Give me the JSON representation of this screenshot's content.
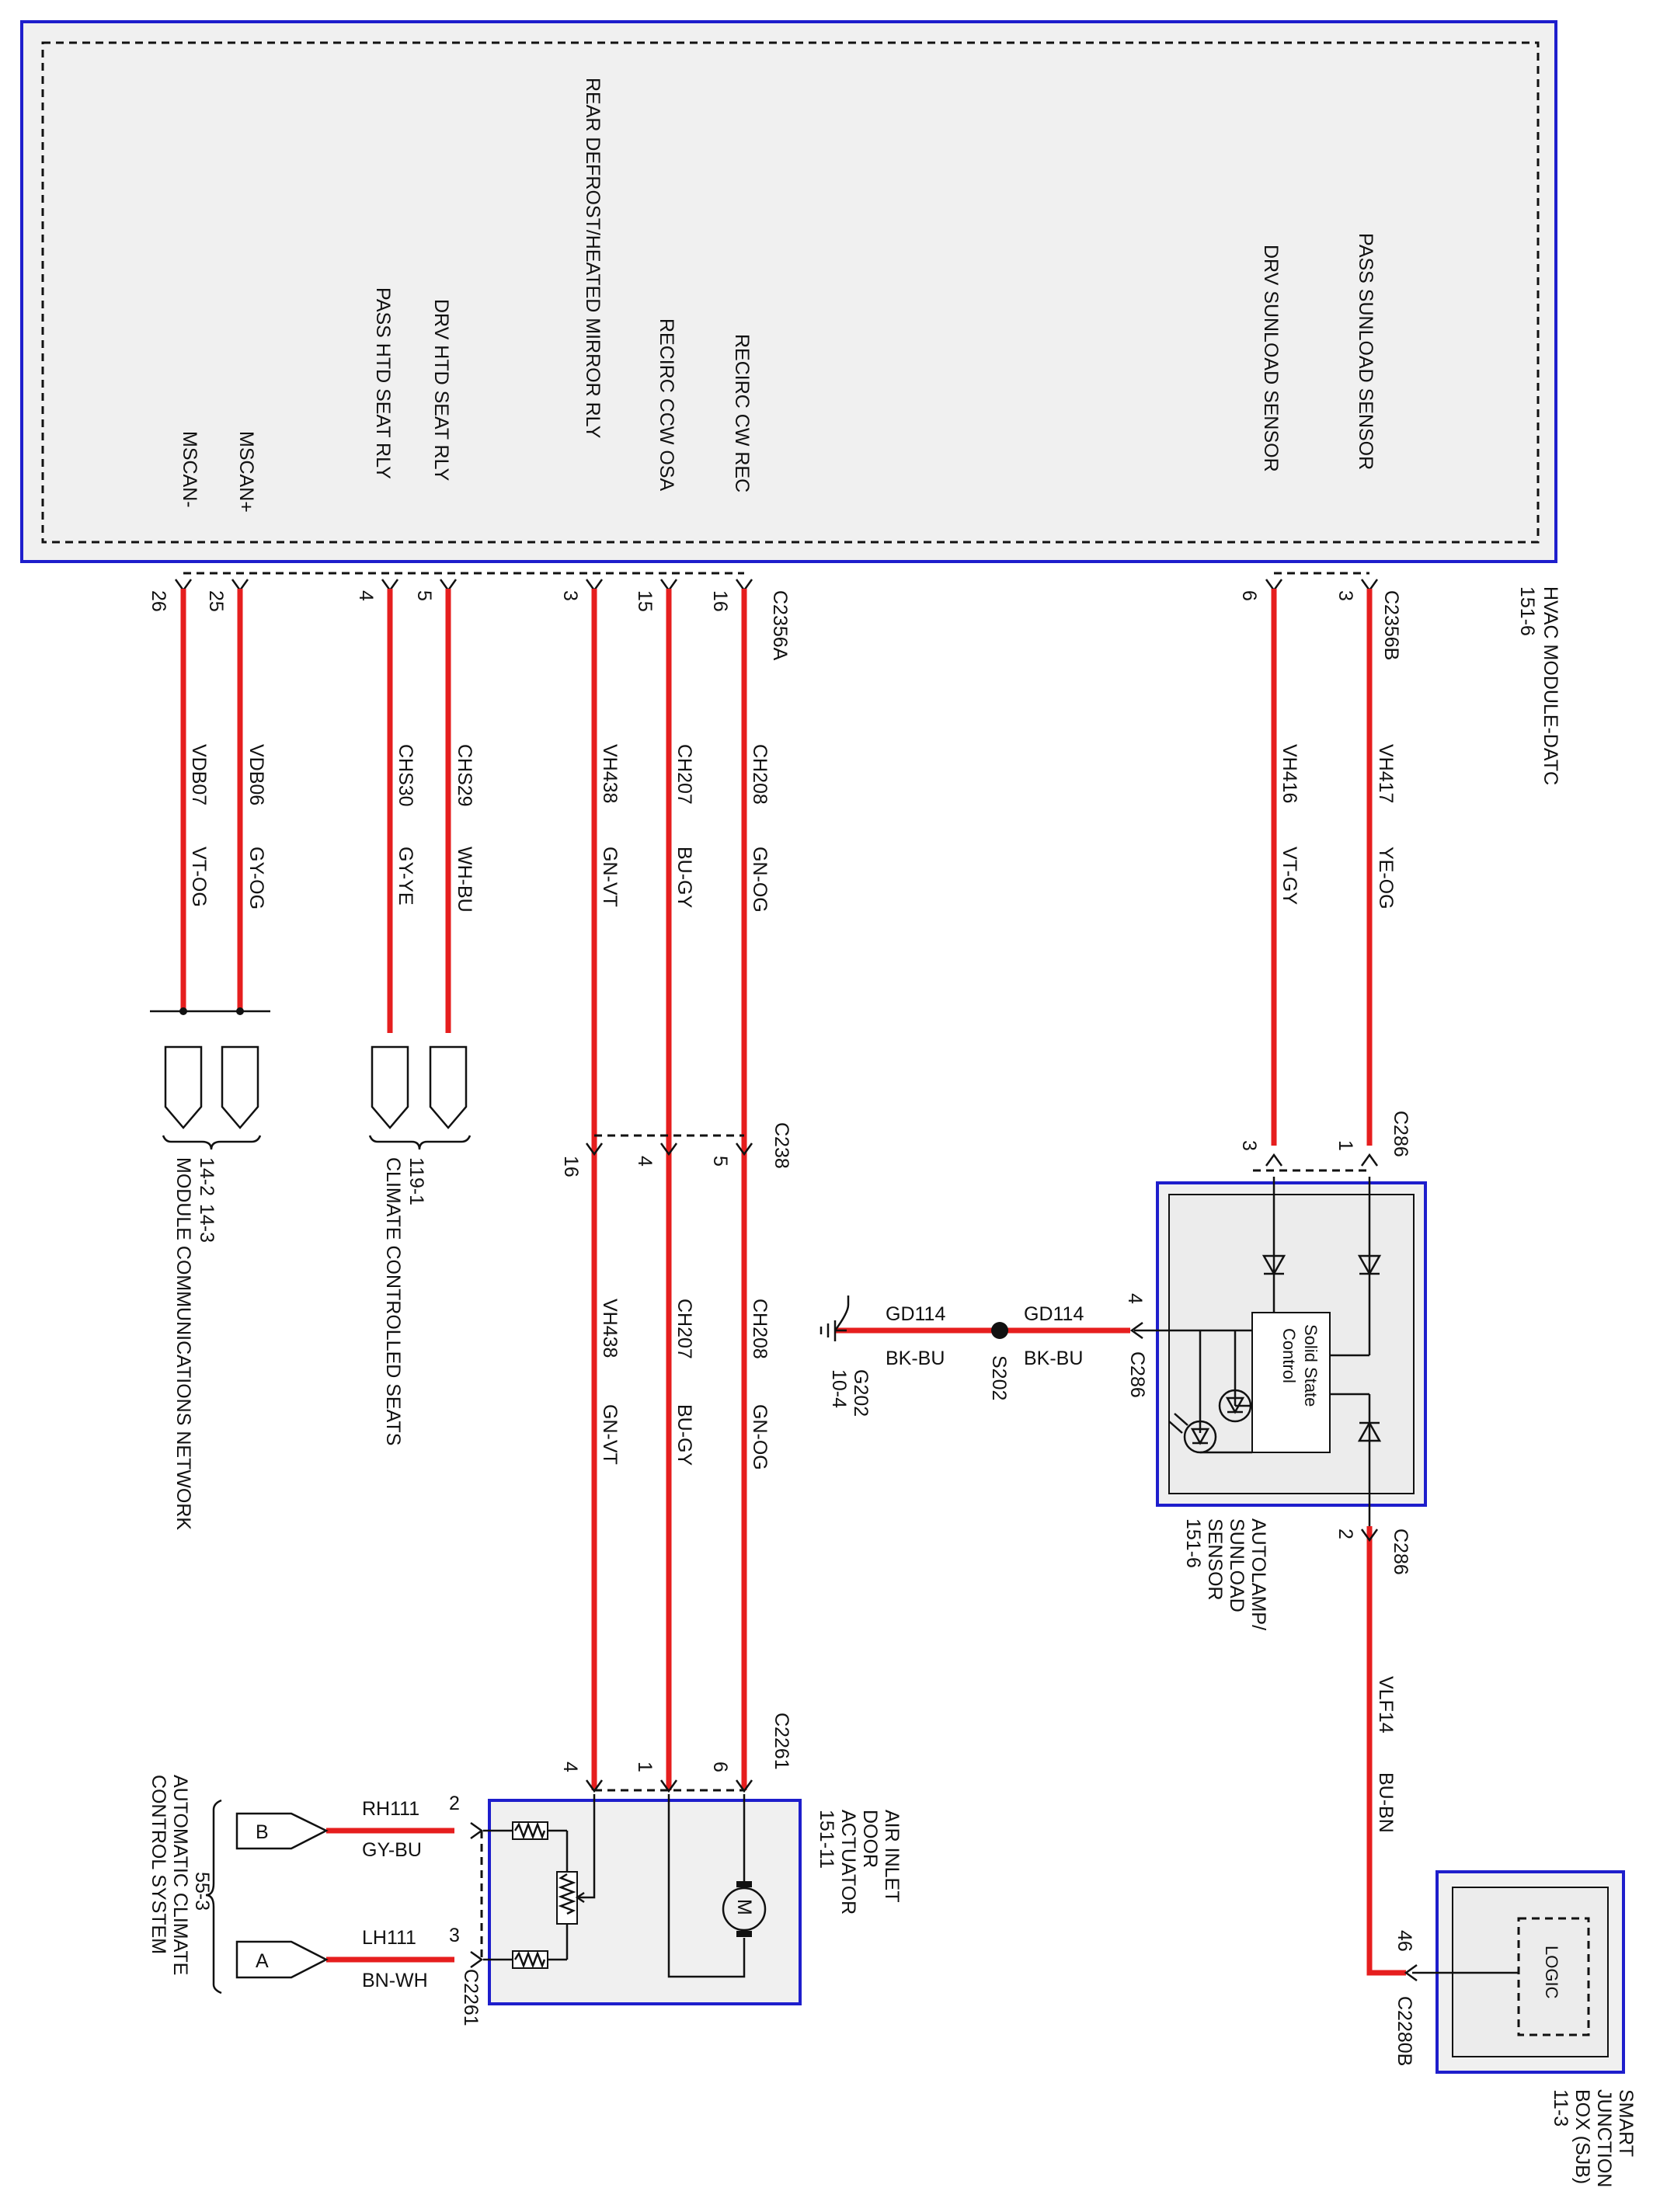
{
  "hvac_module": {
    "name": "HVAC MODULE-DATC",
    "ref": "151-6",
    "pins_left": [
      "MSCAN-",
      "MSCAN+",
      "PASS HTD SEAT RLY",
      "DRV HTD SEAT RLY",
      "REAR DEFROST/HEATED MIRROR RLY",
      "RECIRC CCW OSA",
      "RECIRC CW REC"
    ],
    "pins_right": [
      "DRV SUNLOAD SENSOR",
      "PASS SUNLOAD SENSOR"
    ]
  },
  "connectors": {
    "c2356a": "C2356A",
    "c2356b": "C2356B",
    "c238": "C238",
    "c286": "C286",
    "c2261": "C2261",
    "c2280b": "C2280B"
  },
  "pin_numbers": {
    "mscan_minus": "26",
    "mscan_plus": "25",
    "pass_seat": "4",
    "drv_seat": "5",
    "rear_defrost": "3",
    "ccw": "15",
    "cw": "16",
    "drv_sunload": "6",
    "pass_sunload": "3",
    "c238_a": "16",
    "c238_b": "4",
    "c238_c": "5",
    "c286_3": "3",
    "c286_1": "1",
    "c286_4": "4",
    "c286_2": "2",
    "c2261_4": "4",
    "c2261_1": "1",
    "c2261_6": "6",
    "c2261_2": "2",
    "c2261_3": "3",
    "sjb_46": "46"
  },
  "wires": {
    "vdb07": "VDB07",
    "vdb07_color": "VT-OG",
    "vdb06": "VDB06",
    "vdb06_color": "GY-OG",
    "chs30": "CHS30",
    "chs30_color": "GY-YE",
    "chs29": "CHS29",
    "chs29_color": "WH-BU",
    "vh438": "VH438",
    "vh438_color": "GN-VT",
    "ch207": "CH207",
    "ch207_color": "BU-GY",
    "ch208": "CH208",
    "ch208_color": "GN-OG",
    "vh416": "VH416",
    "vh416_color": "VT-GY",
    "vh417": "VH417",
    "vh417_color": "YE-OG",
    "gd114": "GD114",
    "gd114_color": "BK-BU",
    "vlf14": "VLF14",
    "vlf14_color": "BU-BN",
    "rh111": "RH111",
    "rh111_color": "GY-BU",
    "lh111": "LH111",
    "lh111_color": "BN-WH"
  },
  "destinations": {
    "mcn_ref1": "14-2",
    "mcn_ref2": "14-3",
    "mcn_name": "MODULE COMMUNICATIONS NETWORK",
    "ccs_ref": "119-1",
    "ccs_name": "CLIMATE CONTROLLED SEATS",
    "acc_ref": "55-3",
    "acc_name1": "AUTOMATIC CLIMATE",
    "acc_name2": "CONTROL SYSTEM",
    "acc_pin_b": "B",
    "acc_pin_a": "A"
  },
  "ground": {
    "splice": "S202",
    "ground": "G202",
    "ground_ref": "10-4"
  },
  "sensor": {
    "name1": "AUTOLAMP/",
    "name2": "SUNLOAD",
    "name3": "SENSOR",
    "ref": "151-6",
    "inner1": "Solid State",
    "inner2": "Control"
  },
  "actuator": {
    "name1": "AIR INLET",
    "name2": "DOOR",
    "name3": "ACTUATOR",
    "ref": "151-11",
    "motor": "M"
  },
  "sjb": {
    "name1": "SMART",
    "name2": "JUNCTION",
    "name3": "BOX (SJB)",
    "ref": "11-3",
    "inner": "LOGIC"
  },
  "colors": {
    "wire": "#e61e1e",
    "module_border": "#1e1ecc"
  }
}
